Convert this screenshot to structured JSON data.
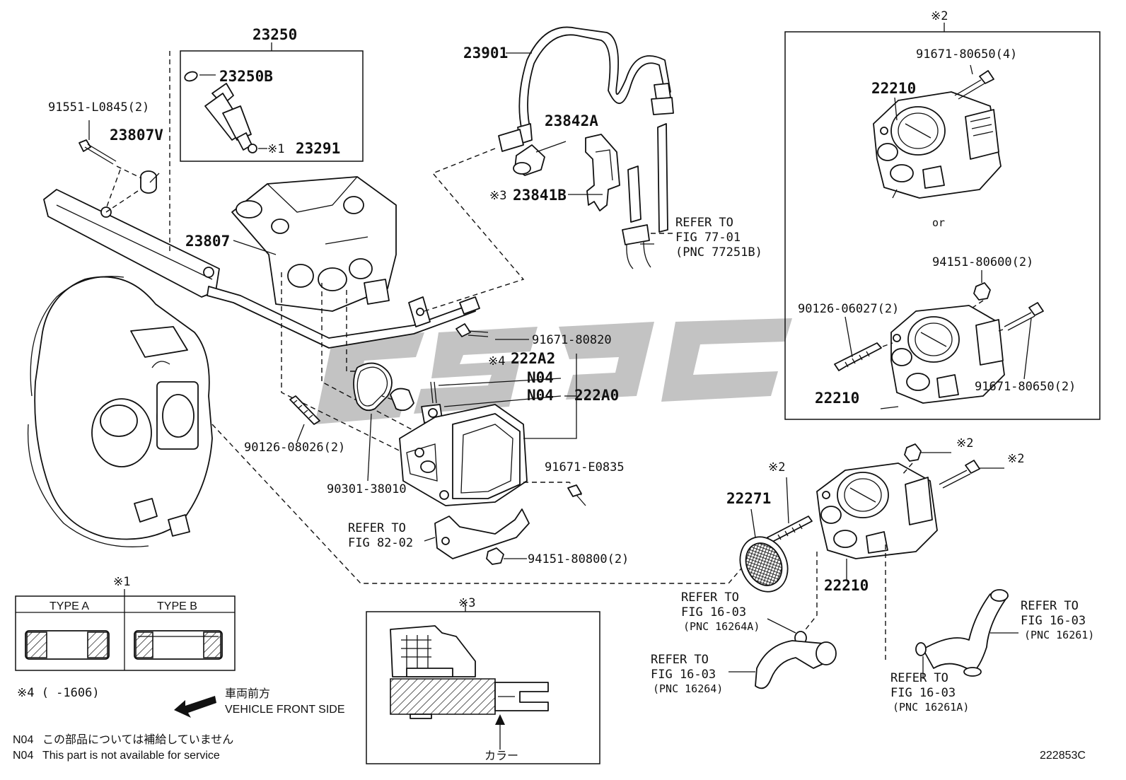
{
  "diagram_id": "222853C",
  "watermark": "GSGC",
  "labels": {
    "p23250": "23250",
    "p23250B": "23250B",
    "p23291": "23291",
    "p23291_mark": "※1",
    "p91551": "91551-L0845(2)",
    "p23807V": "23807V",
    "p23807": "23807",
    "p23901": "23901",
    "p23842A": "23842A",
    "p23841B": "23841B",
    "p23841B_mark": "※3",
    "ref77_1": "REFER TO",
    "ref77_2": "FIG 77-01",
    "ref77_3": "(PNC 77251B)",
    "p91671_80820": "91671-80820",
    "p222A2": "222A2",
    "p222A2_mark": "※4",
    "n04a": "N04",
    "n04b": "N04",
    "p222A0": "222A0",
    "p90126_08026": "90126-08026(2)",
    "p90301": "90301-38010",
    "p91671_E0835": "91671-E0835",
    "ref82_1": "REFER TO",
    "ref82_2": "FIG 82-02",
    "p94151_80800": "94151-80800(2)",
    "box2_mark": "※2",
    "p91671_80650_4": "91671-80650(4)",
    "p22210_a": "22210",
    "or": "or",
    "p94151_80600": "94151-80600(2)",
    "p90126_06027": "90126-06027(2)",
    "p22210_b": "22210",
    "p91671_80650_2": "91671-80650(2)",
    "mark2_a": "※2",
    "mark2_b": "※2",
    "mark2_c": "※2",
    "p22271": "22271",
    "p22210_c": "22210",
    "ref16a_1": "REFER TO",
    "ref16a_2": "FIG 16-03",
    "ref16a_3": "(PNC 16264A)",
    "ref16b_1": "REFER TO",
    "ref16b_2": "FIG 16-03",
    "ref16b_3": "(PNC 16264)",
    "ref16c_1": "REFER TO",
    "ref16c_2": "FIG 16-03",
    "ref16c_3": "(PNC 16261)",
    "ref16d_1": "REFER TO",
    "ref16d_2": "FIG 16-03",
    "ref16d_3": "(PNC 16261A)"
  },
  "inset1": {
    "mark": "※1",
    "type_a": "TYPE A",
    "type_b": "TYPE B"
  },
  "inset3": {
    "mark": "※3",
    "collar": "カラー"
  },
  "notes": {
    "mark4_line": "※4 (      -1606)",
    "front_jp": "車両前方",
    "front_en": "VEHICLE FRONT SIDE",
    "n04_jp_code": "N04",
    "n04_jp": "この部品については補給していません",
    "n04_en_code": "N04",
    "n04_en": "This part is not available for service"
  }
}
